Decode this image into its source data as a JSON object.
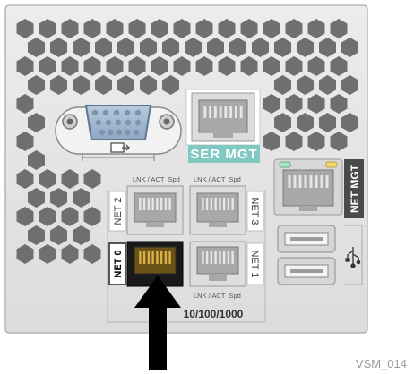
{
  "figure_id": "VSM_014",
  "ports": {
    "ser_mgt": "SER MGT",
    "net_mgt": "NET MGT",
    "net0": "NET 0",
    "net1": "NET 1",
    "net2": "NET 2",
    "net3": "NET 3",
    "top_led_label_left": "LNK / ACT",
    "top_led_speed_left": "Spd",
    "top_led_label_right": "LNK / ACT",
    "top_led_speed_right": "Spd",
    "bottom_led_label_right": "LNK / ACT",
    "bottom_led_speed_right": "Spd",
    "speed_label": "10/100/1000"
  },
  "colors": {
    "panel": "#e4e4e4",
    "hex_hole": "#6f6f6f",
    "accent_teal": "#7fc9c2",
    "highlight_port": "#1a1a1a",
    "arrow": "#000000",
    "led_green": "#a8e6c8",
    "led_amber": "#f3d76b"
  },
  "icons": {
    "vga": "vga-connector-icon",
    "vga_symbol": "monitor-output-icon",
    "usb_symbol": "usb-icon",
    "arrow": "arrow-up-icon"
  },
  "highlighted_port": "NET 0"
}
